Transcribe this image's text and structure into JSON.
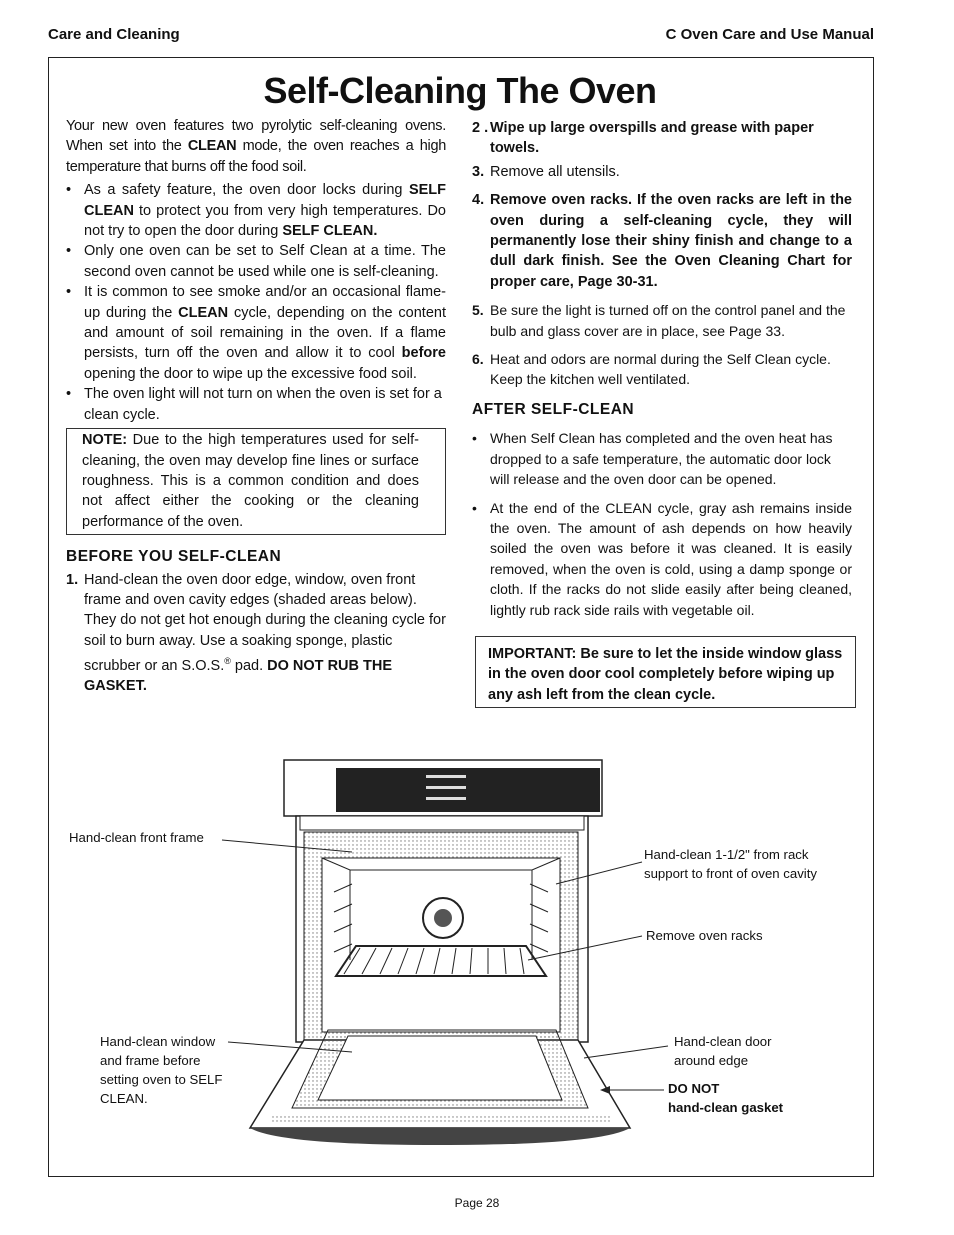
{
  "header": {
    "left": "Care and Cleaning",
    "right": "C Oven Care and Use Manual"
  },
  "title": "Self-Cleaning The Oven",
  "left": {
    "intro_1": "Your new oven features two pyrolytic self-cleaning ovens. When set into the ",
    "intro_clean": "CLEAN",
    "intro_2": " mode, the oven reaches a high temperature that burns off the food soil.",
    "b1_a": "As a safety feature, the oven door locks during ",
    "b1_b": "SELF CLEAN",
    "b1_c": " to protect you from very high temperatures. Do not try to open the door during ",
    "b1_d": "SELF CLEAN.",
    "b2": "Only one oven can be set to Self Clean at a time. The second oven cannot be used while one is self-cleaning.",
    "b3_a": "It is common to see smoke and/or an occasional flame-up during the ",
    "b3_b": "CLEAN",
    "b3_c": " cycle, depending on the content and amount of soil remaining in the oven. If a flame persists, turn off the oven and allow it to cool ",
    "b3_d": "before",
    "b3_e": " opening the door to wipe up the excessive food soil.",
    "b4": "The oven light will not turn on when the oven is set for a clean cycle.",
    "note_label": "NOTE:",
    "note_text": " Due to the high temperatures used for self-cleaning, the oven may develop fine lines or surface roughness. This is a common condition and does not affect either the cooking or the cleaning performance of the oven.",
    "before_heading": "BEFORE YOU SELF-CLEAN",
    "s1_num": "1.",
    "s1_a": "Hand-clean the oven door edge, window, oven front frame and oven cavity edges (shaded areas below). They do not get hot enough during the cleaning cycle for soil to burn away. Use a soaking sponge, plastic scrubber or an S.O.S.",
    "s1_reg": "®",
    "s1_b": " pad. ",
    "s1_c": "DO NOT RUB THE GASKET."
  },
  "right": {
    "s2_num": "2 .",
    "s2": "Wipe up large overspills and grease with paper towels.",
    "s3_num": "3.",
    "s3": "Remove all utensils.",
    "s4_num": "4.",
    "s4": "Remove oven racks. If the oven racks are left in the oven during a self-cleaning cycle, they will permanently lose their shiny finish and change to a dull dark finish. See the Oven Cleaning Chart for proper care, Page 30-31.",
    "s5_num": "5.",
    "s5": "Be sure the light is turned off on the control panel and the bulb and glass cover are in place, see Page 33.",
    "s6_num": "6.",
    "s6": "Heat and odors are normal during the Self Clean cycle. Keep the kitchen well ventilated.",
    "after_heading": "AFTER  SELF-CLEAN",
    "a1": "When Self Clean has completed and the oven heat has dropped to a safe temperature, the automatic door lock will release and the oven door can be opened.",
    "a2": "At the end of the CLEAN cycle, gray ash remains inside the oven. The amount of ash depends on how heavily soiled the oven was before it was cleaned. It is easily removed, when the oven is cold, using a damp sponge or cloth. If the racks do not slide easily after being cleaned, lightly rub rack side rails with vegetable oil.",
    "important": "IMPORTANT: Be sure to let the inside window glass in the oven door cool completely before wiping up any ash left from the clean cycle."
  },
  "bullet": "•",
  "diagram": {
    "front_frame": "Hand-clean front frame",
    "rack_support": "Hand-clean 1-1/2\" from rack support to front of oven cavity",
    "remove_racks": "Remove oven racks",
    "window": "Hand-clean window and frame before setting oven to SELF CLEAN.",
    "door_edge": "Hand-clean door around edge",
    "gasket_1": "DO NOT",
    "gasket_2": "hand-clean gasket"
  },
  "footer": "Page 28"
}
